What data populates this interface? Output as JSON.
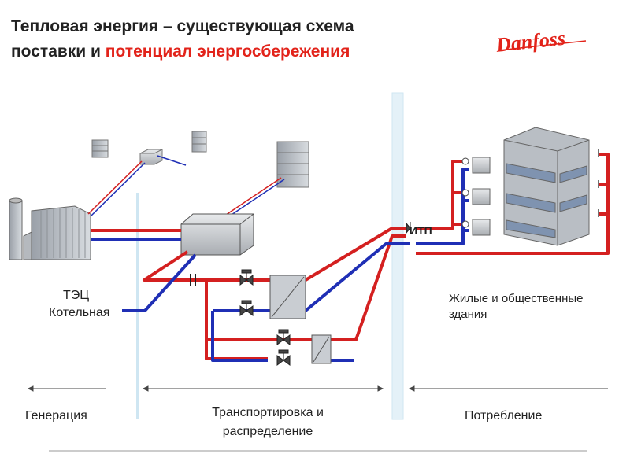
{
  "title": {
    "line1": "Тепловая энергия – существующая схема",
    "line2_prefix": "поставки и ",
    "line2_accent": "потенциал энергосбережения"
  },
  "logo": {
    "text": "Danfoss",
    "color": "#e2231a"
  },
  "labels": {
    "source_line1": "ТЭЦ",
    "source_line2": "Котельная",
    "buildings_line1": "Жилые и общественные",
    "buildings_line2": "здания",
    "substation": "ИТП"
  },
  "sections": {
    "generation": "Генерация",
    "transport_line1": "Транспортировка и",
    "transport_line2": "распределение",
    "consumption": "Потребление"
  },
  "colors": {
    "supply": "#d42020",
    "return": "#1f2fb5",
    "divider": "#cfe6f2",
    "accent": "#e2231a"
  }
}
